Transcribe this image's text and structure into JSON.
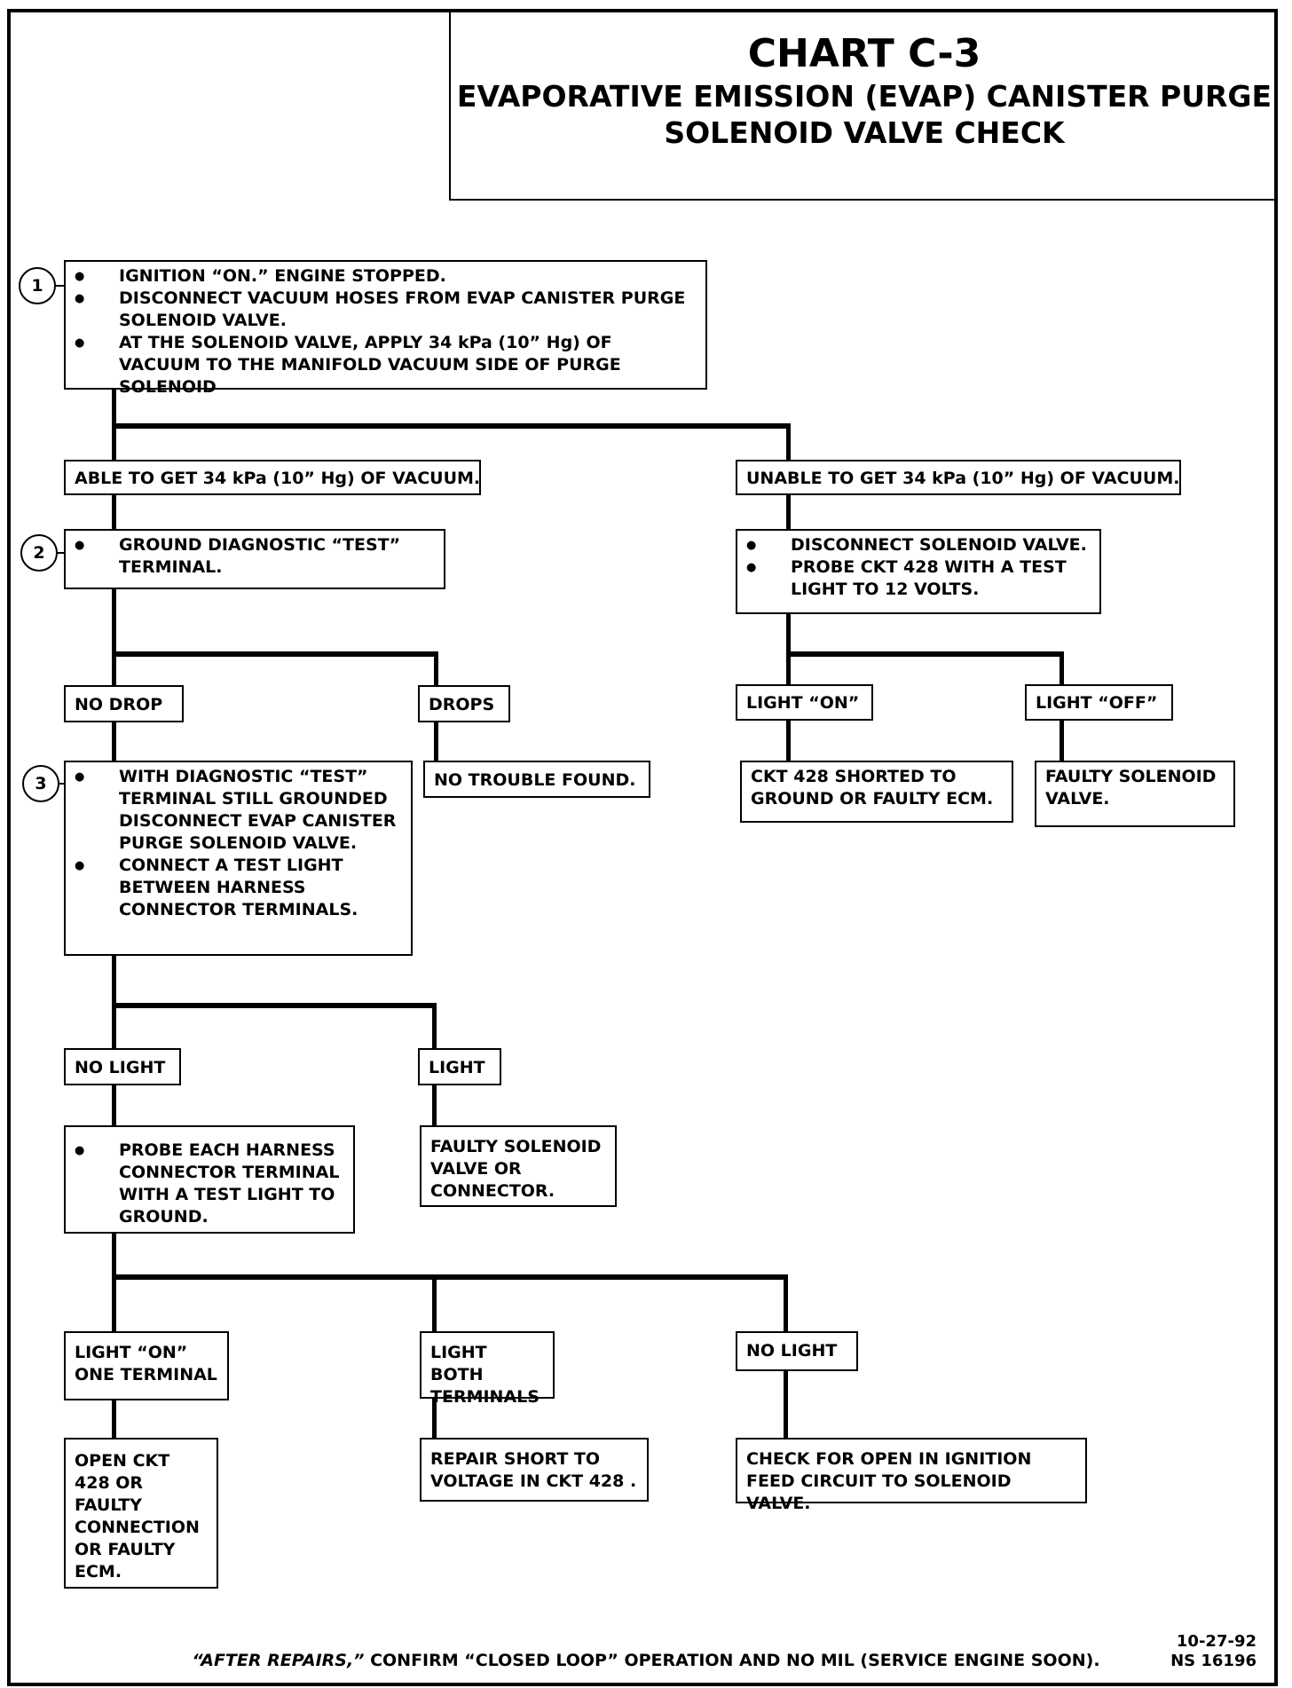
{
  "title": "CHART C-3",
  "subtitle_line1": "EVAPORATIVE EMISSION (EVAP) CANISTER PURGE",
  "subtitle_line2": "SOLENOID VALVE CHECK",
  "steps": [
    "1",
    "2",
    "3"
  ],
  "box_start": [
    "IGNITION “ON.”  ENGINE STOPPED.",
    "DISCONNECT  VACUUM HOSES FROM EVAP CANISTER PURGE SOLENOID VALVE.",
    "AT THE SOLENOID VALVE,  APPLY 34 kPa (10” Hg) OF VACUUM TO THE MANIFOLD VACUUM SIDE OF PURGE SOLENOID"
  ],
  "able_vacuum": "ABLE TO GET 34 kPa (10” Hg) OF VACUUM.",
  "unable_vacuum": "UNABLE TO GET 34 kPa (10” Hg) OF VACUUM.",
  "box_ground": [
    "GROUND DIAGNOSTIC “TEST” TERMINAL."
  ],
  "box_disconnect": [
    "DISCONNECT SOLENOID VALVE.",
    "PROBE CKT 428 WITH A TEST LIGHT TO 12 VOLTS."
  ],
  "no_drop": "NO DROP",
  "drops": "DROPS",
  "light_on": "LIGHT “ON”",
  "light_off": "LIGHT “OFF”",
  "no_trouble": "NO TROUBLE FOUND.",
  "ckt_shorted": "CKT 428 SHORTED TO GROUND OR FAULTY ECM.",
  "faulty_solenoid": "FAULTY SOLENOID VALVE.",
  "box_test_light": [
    "WITH DIAGNOSTIC “TEST” TERMINAL STILL GROUNDED DISCONNECT EVAP CANISTER PURGE SOLENOID VALVE.",
    "CONNECT A TEST LIGHT BETWEEN HARNESS CONNECTOR TERMINALS."
  ],
  "no_light_1": "NO LIGHT",
  "light": "LIGHT",
  "box_probe": [
    "PROBE EACH HARNESS CONNECTOR TERMINAL WITH A TEST LIGHT TO GROUND."
  ],
  "faulty_solenoid_connector": "FAULTY SOLENOID VALVE OR CONNECTOR.",
  "light_on_one": "LIGHT “ON” ONE TERMINAL",
  "light_both": "LIGHT BOTH TERMINALS",
  "no_light_2": "NO LIGHT",
  "open_ckt": "OPEN CKT 428 OR FAULTY CONNECTION OR FAULTY ECM.",
  "repair_short": "REPAIR SHORT TO VOLTAGE IN CKT 428 .",
  "check_open": "CHECK FOR OPEN IN IGNITION FEED CIRCUIT TO SOLENOID VALVE.",
  "footer_em": "“AFTER REPAIRS,”",
  "footer_rest": " CONFIRM “CLOSED LOOP” OPERATION AND NO MIL (SERVICE ENGINE SOON).",
  "date_code": "10-27-92",
  "ns_code": "NS 16196"
}
